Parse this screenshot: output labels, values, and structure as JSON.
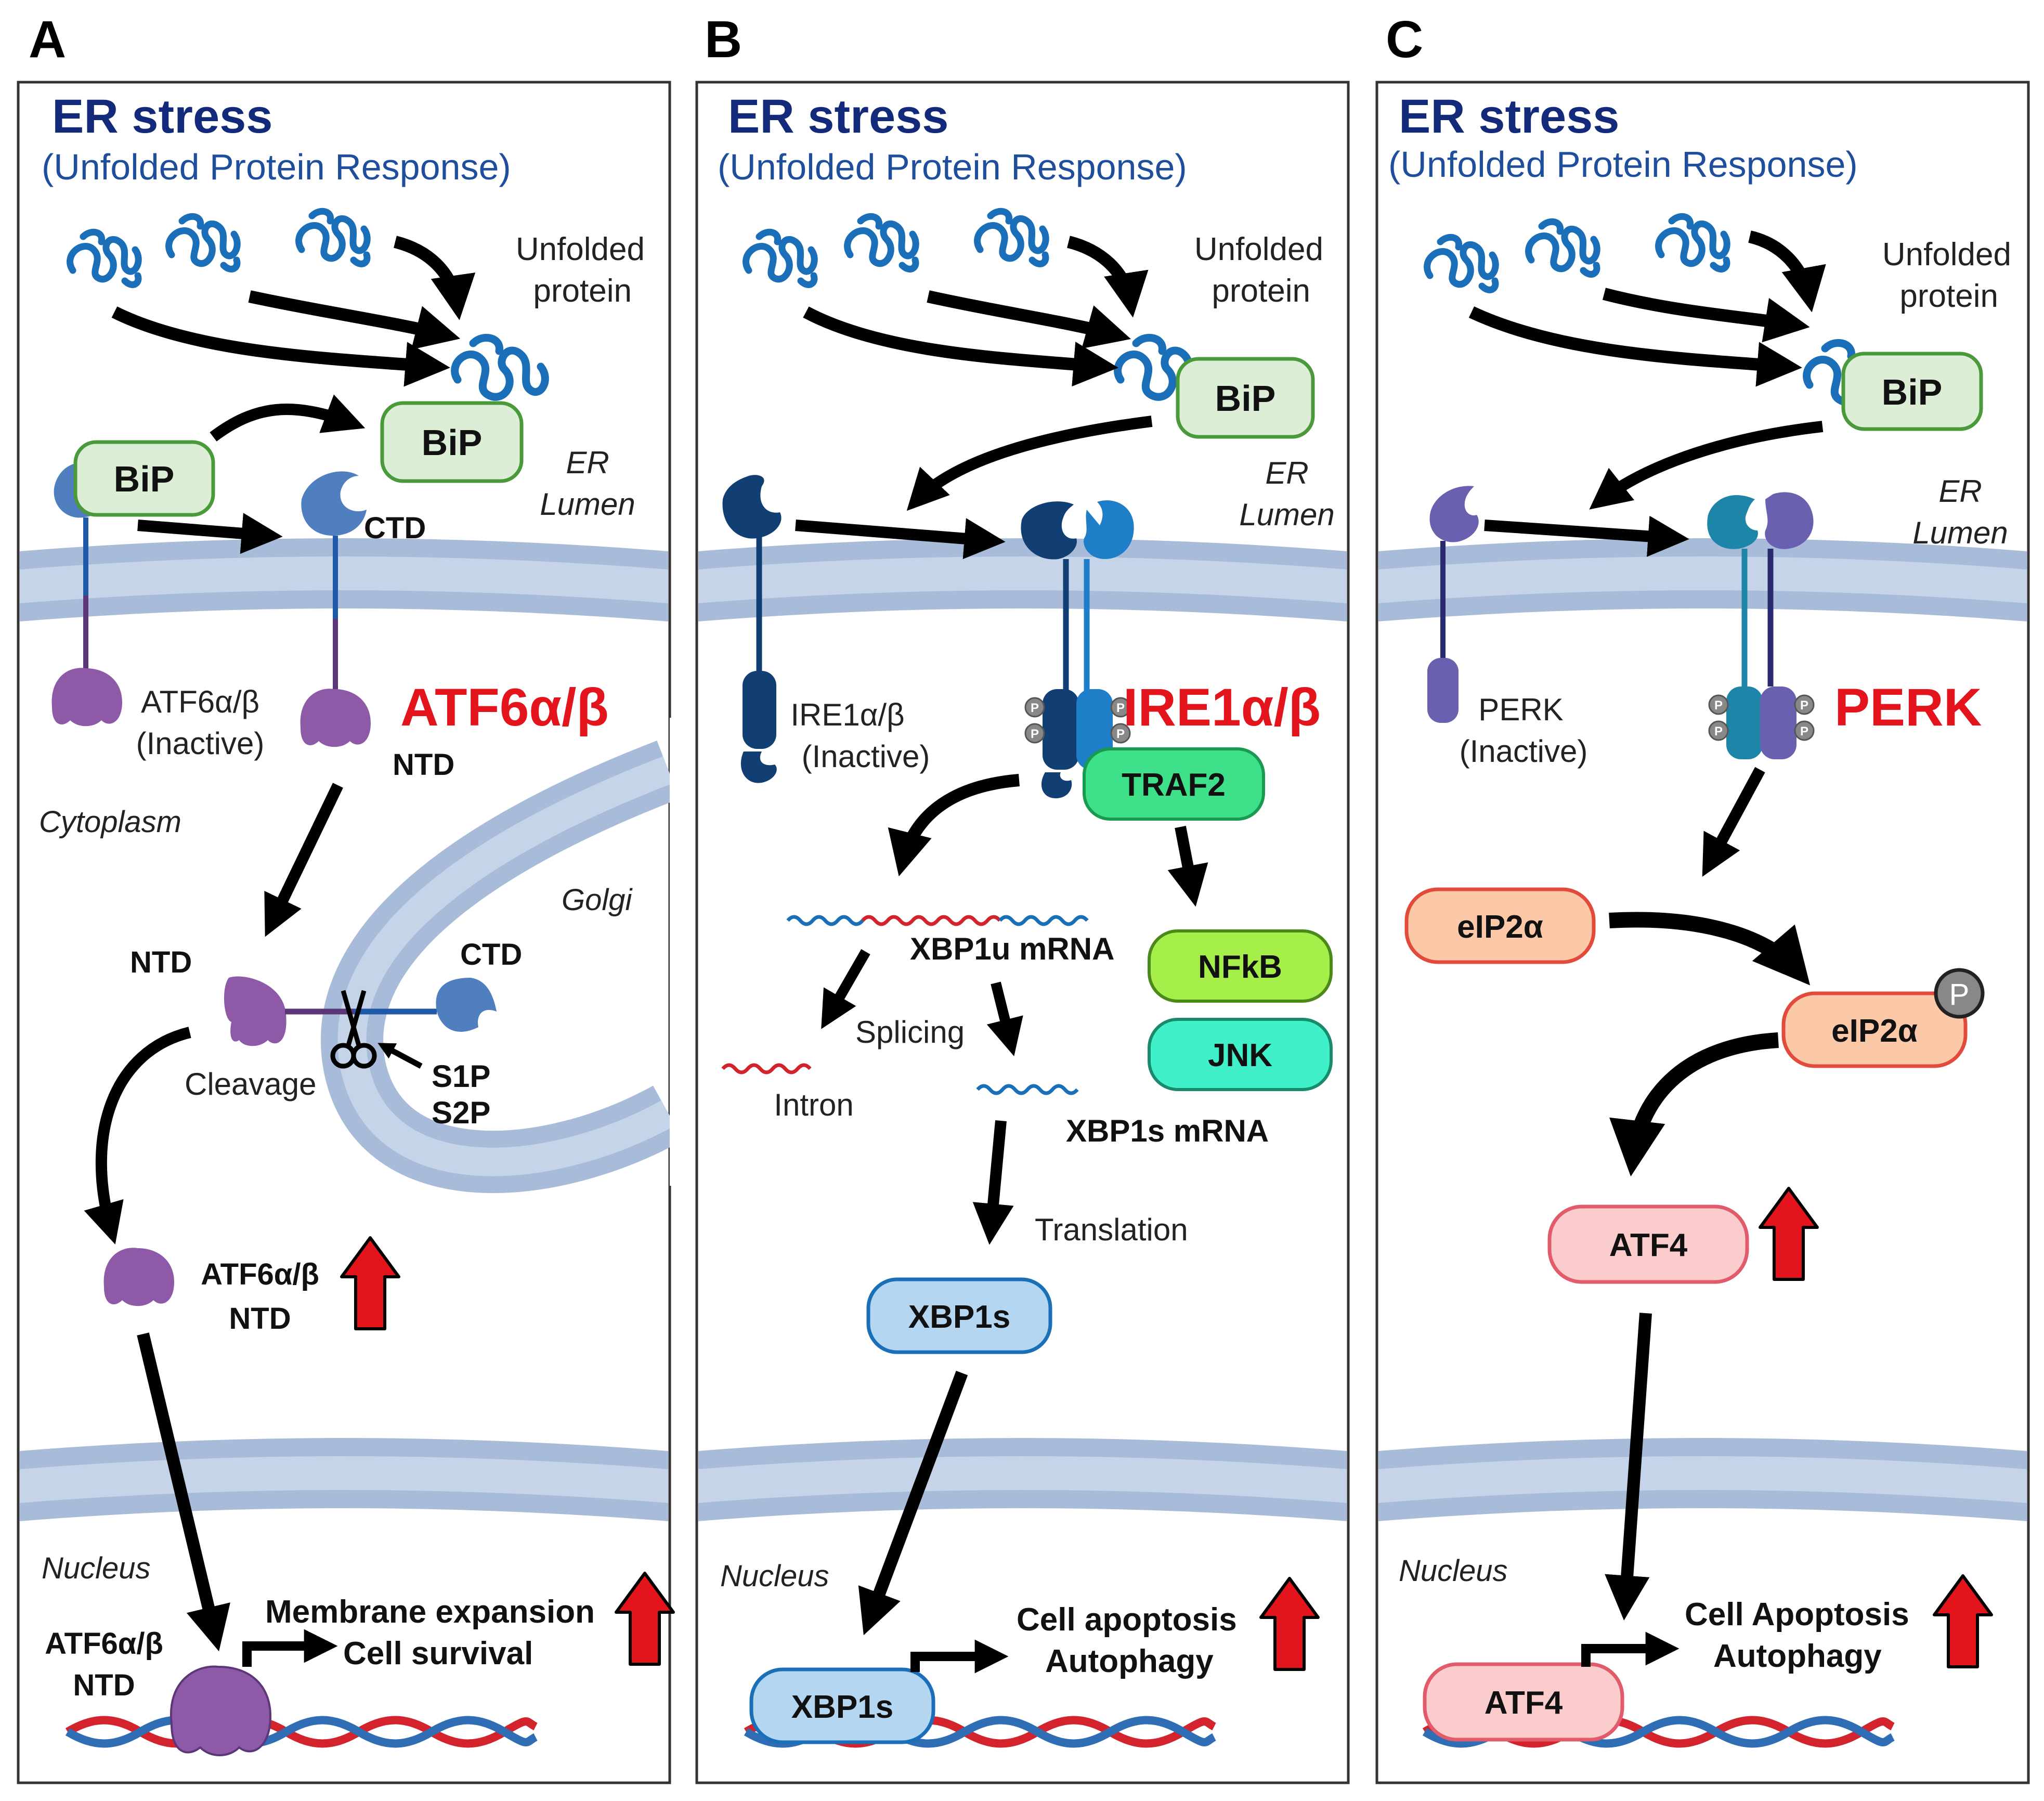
{
  "colors": {
    "navy": "#13297a",
    "title_blue": "#1f4e9c",
    "red": "#e3141b",
    "membrane": "#a8bcd9",
    "membrane_edge": "#7f97bd",
    "bip_fill": "#dcefd6",
    "bip_stroke": "#4a9a3c",
    "purple": "#8e5aa8",
    "purple_dark": "#5c3777",
    "atf6_ctd": "#4f7fbf",
    "ire1_dark": "#123f73",
    "ire1_light": "#1e7fc8",
    "perk_dark": "#1d86a8",
    "perk_light": "#6a60b0",
    "traf2": "#3ee08a",
    "nfkb": "#a6ee4a",
    "jnk": "#40f0c8",
    "xbp1s": "#b5d6f0",
    "eif2a": "#fbc8a8",
    "eif2a_stroke": "#e24b3b",
    "atf4": "#fbcccc",
    "atf4_stroke": "#e25b6b",
    "dna_red": "#d3232c",
    "dna_blue": "#2f6db4",
    "protein_blue": "#1a6fb8"
  },
  "panels": [
    {
      "letter": "A",
      "header": "ER stress",
      "subheader": "(Unfolded Protein Response)",
      "unfolded_label": [
        "Unfolded",
        "protein"
      ],
      "bip_inactive": "BiP",
      "bip_bound": "BiP",
      "lumen_label": [
        "ER",
        "Lumen"
      ],
      "sensor_name": "ATF6α/β",
      "inactive_label": [
        "ATF6α/β",
        "(Inactive)"
      ],
      "ctd_top": "CTD",
      "ntd_top": "NTD",
      "cytoplasm": "Cytoplasm",
      "golgi": "Golgi",
      "ntd_golgi": "NTD",
      "ctd_golgi": "CTD",
      "cleavage": "Cleavage",
      "proteases": [
        "S1P",
        "S2P"
      ],
      "fragment_label": [
        "ATF6α/β",
        "NTD"
      ],
      "nucleus": "Nucleus",
      "nuclear_label": [
        "ATF6α/β",
        "NTD"
      ],
      "outcome": [
        "Membrane expansion",
        "Cell survival"
      ]
    },
    {
      "letter": "B",
      "header": "ER stress",
      "subheader": "(Unfolded Protein Response)",
      "unfolded_label": [
        "Unfolded",
        "protein"
      ],
      "bip_bound": "BiP",
      "lumen_label": [
        "ER",
        "Lumen"
      ],
      "sensor_name": "IRE1α/β",
      "inactive_label": [
        "IRE1α/β",
        "(Inactive)"
      ],
      "phospho": "P",
      "traf2": "TRAF2",
      "nfkb": "NFkB",
      "jnk": "JNK",
      "xbp1u": "XBP1u mRNA",
      "splicing": "Splicing",
      "intron": "Intron",
      "xbp1s_mrna": "XBP1s mRNA",
      "translation": "Translation",
      "xbp1s": "XBP1s",
      "nucleus": "Nucleus",
      "xbp1s_nuclear": "XBP1s",
      "outcome": [
        "Cell apoptosis",
        "Autophagy"
      ]
    },
    {
      "letter": "C",
      "header": "ER stress",
      "subheader": "(Unfolded Protein Response)",
      "unfolded_label": [
        "Unfolded",
        "protein"
      ],
      "bip_bound": "BiP",
      "lumen_label": [
        "ER",
        "Lumen"
      ],
      "sensor_name": "PERK",
      "inactive_label": [
        "PERK",
        "(Inactive)"
      ],
      "phospho": "P",
      "eif2a": "eIP2α",
      "eif2a_p": "eIP2α",
      "atf4": "ATF4",
      "nucleus": "Nucleus",
      "atf4_nuclear": "ATF4",
      "outcome": [
        "Cell Apoptosis",
        "Autophagy"
      ]
    }
  ]
}
